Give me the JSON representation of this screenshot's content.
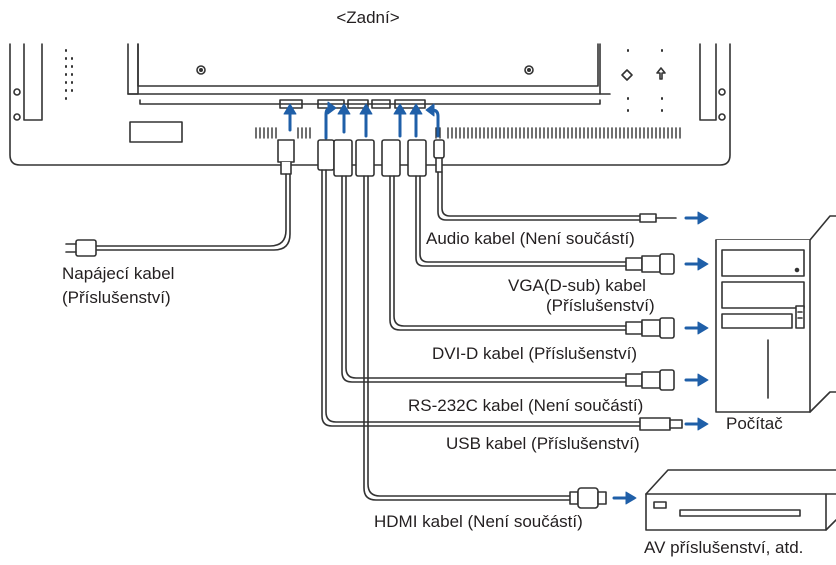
{
  "title": "<Zadní>",
  "colors": {
    "arrow": "#1f5fa8",
    "line": "#333333"
  },
  "labels": [
    {
      "name": "audio-cable-label",
      "text": "Audio kabel (Není součástí)"
    },
    {
      "name": "vga-cable-label",
      "text": "VGA(D-sub) kabel"
    },
    {
      "name": "vga-cable-label-2",
      "text": "(Příslušenství)"
    },
    {
      "name": "dvi-cable-label",
      "text": "DVI-D kabel (Příslušenství)"
    },
    {
      "name": "rs232c-cable-label",
      "text": "RS-232C kabel (Není součástí)"
    },
    {
      "name": "usb-cable-label",
      "text": "USB kabel (Příslušenství)"
    },
    {
      "name": "hdmi-cable-label",
      "text": "HDMI kabel (Není součástí)"
    },
    {
      "name": "power-cable-label",
      "text": "Napájecí kabel"
    },
    {
      "name": "power-cable-label-2",
      "text": "(Příslušenství)"
    },
    {
      "name": "pc-label",
      "text": "Počítač"
    },
    {
      "name": "av-device-label",
      "text": "AV příslušenství, atd."
    }
  ]
}
